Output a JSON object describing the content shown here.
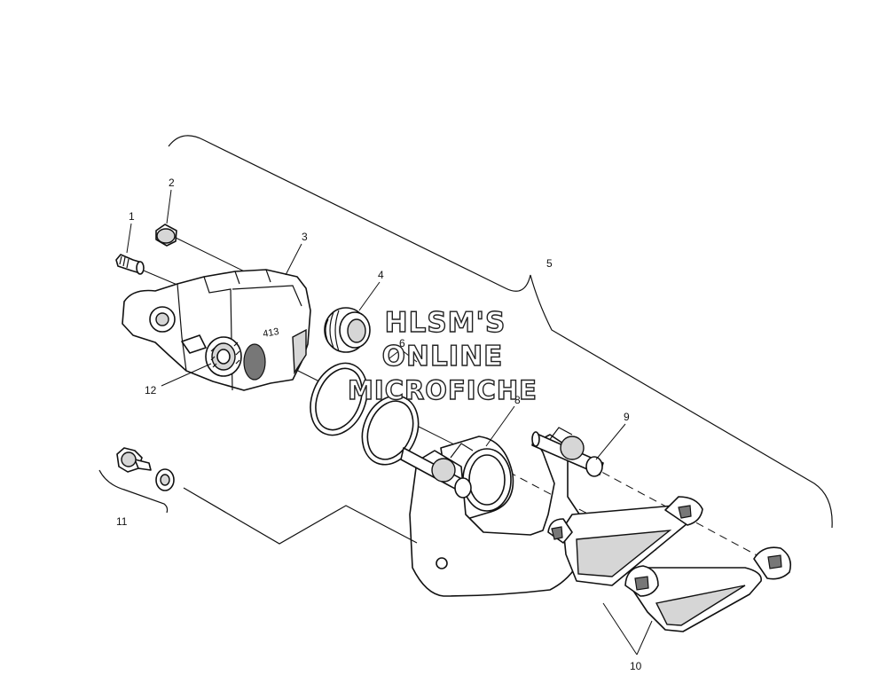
{
  "diagram": {
    "callouts": {
      "c1": "1",
      "c2": "2",
      "c3": "3",
      "c4": "4",
      "c5": "5",
      "c6": "6",
      "c8": "8",
      "c9": "9",
      "c10": "10",
      "c11": "11",
      "c12": "12"
    },
    "caliper_mark": "413",
    "watermark": {
      "line1": "HLSM'S",
      "line2": "ONLINE",
      "line3": "MICROFICHE"
    }
  }
}
